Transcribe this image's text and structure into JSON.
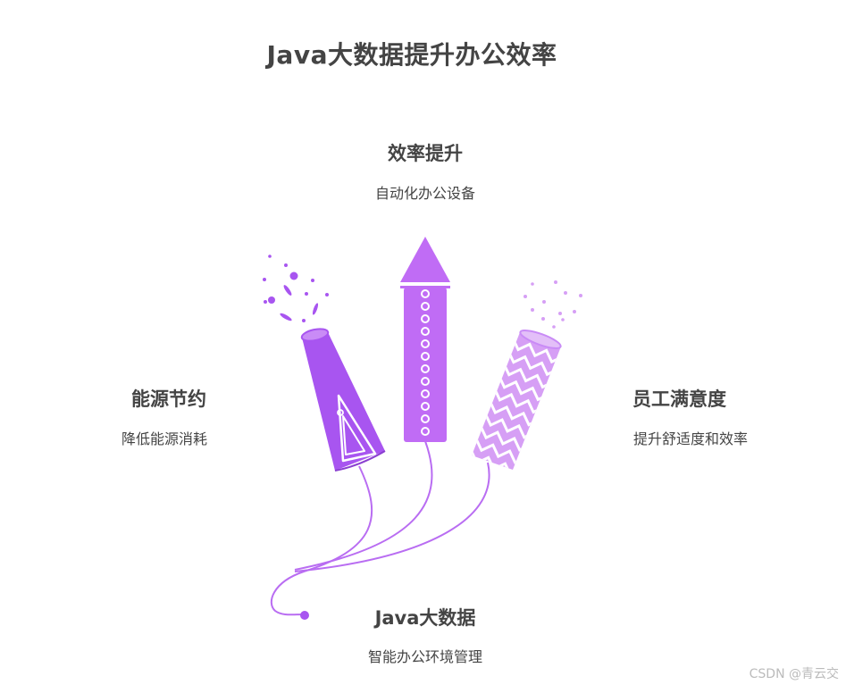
{
  "title": "Java大数据提升办公效率",
  "top": {
    "heading": "效率提升",
    "sub": "自动化办公设备"
  },
  "left": {
    "heading": "能源节约",
    "sub": "降低能源消耗"
  },
  "right": {
    "heading": "员工满意度",
    "sub": "提升舒适度和效率"
  },
  "bottom": {
    "heading": "Java大数据",
    "sub": "智能办公环境管理"
  },
  "watermark": "CSDN @青云交",
  "colors": {
    "text": "#444444",
    "left_rocket": "#a855f0",
    "center_rocket": "#c06cf5",
    "right_rocket": "#d69ff5",
    "fuse": "#b96df2"
  }
}
